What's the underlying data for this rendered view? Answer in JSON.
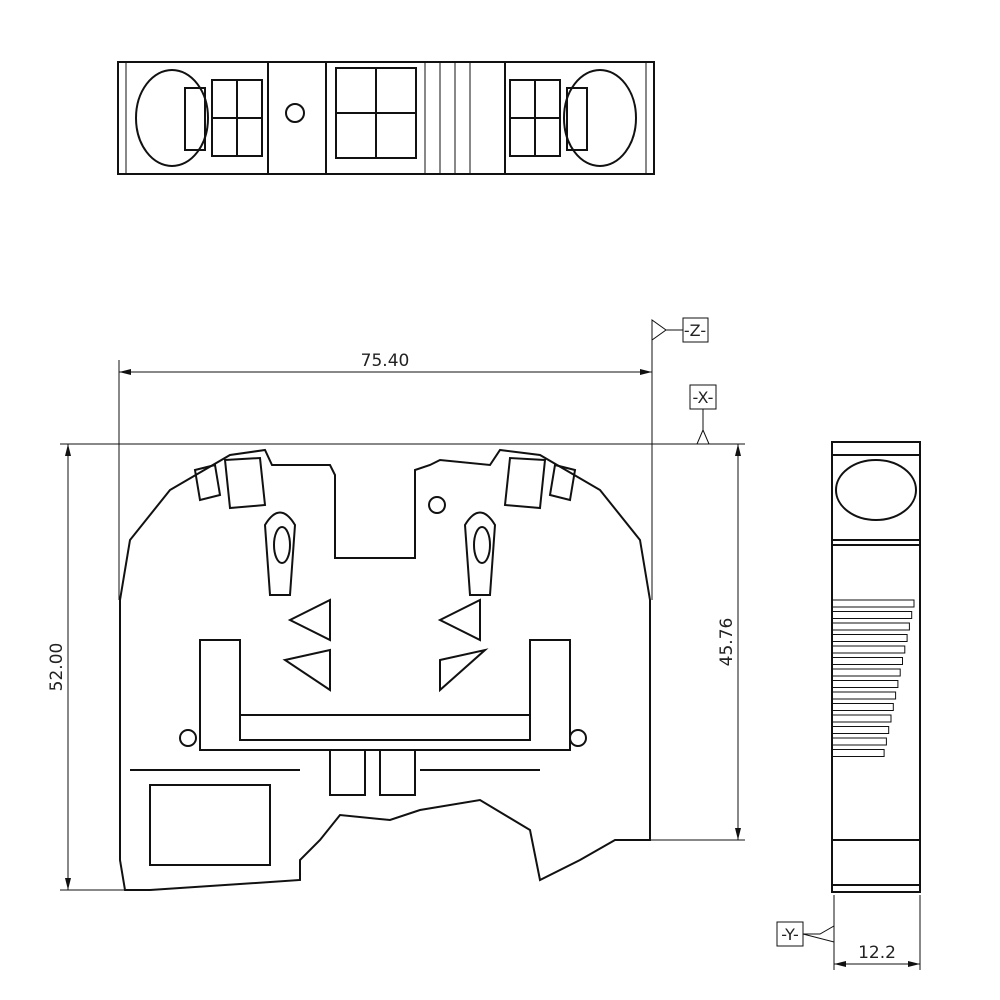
{
  "title": "Terminal block dimension drawing",
  "dimensions": {
    "width": "75.40",
    "height_total": "52.00",
    "height_rail": "45.76",
    "thickness": "12.2"
  },
  "datums": {
    "z": "-Z-",
    "x": "-X-",
    "y": "-Y-"
  },
  "colors": {
    "line": "#111111",
    "background": "#ffffff"
  }
}
